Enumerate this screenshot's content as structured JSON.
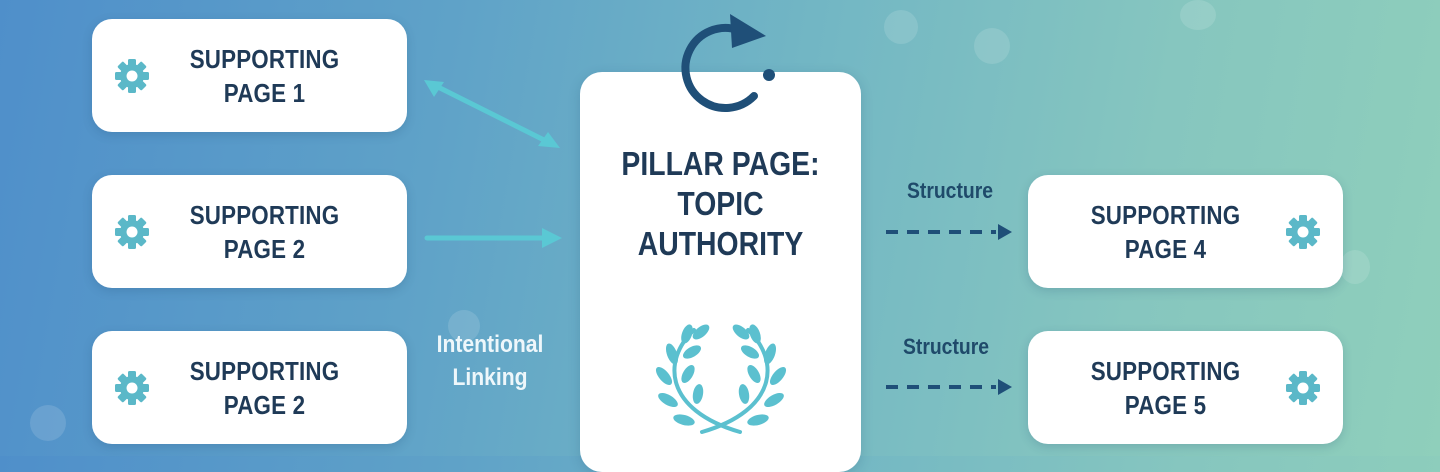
{
  "diagram": {
    "type": "pillar-cluster",
    "colors": {
      "background_start": "#4f8fca",
      "background_end": "#8fcfbb",
      "card": "#ffffff",
      "text": "#1f3a57",
      "accent": "#5bc0cf",
      "dark_arrow": "#1f4f78"
    },
    "pillar": {
      "title_line1": "PILLAR PAGE:",
      "title_line2": "TOPIC",
      "title_line3": "AUTHORITY",
      "top_icon": "refresh-cycle-icon",
      "bottom_icon": "laurel-wreath-icon"
    },
    "left_cards": [
      {
        "line1": "SUPPORTING",
        "line2": "PAGE 1",
        "icon": "gear-icon"
      },
      {
        "line1": "SUPPORTING",
        "line2": "PAGE 2",
        "icon": "gear-icon"
      },
      {
        "line1": "SUPPORTING",
        "line2": "PAGE 2",
        "icon": "gear-icon"
      }
    ],
    "right_cards": [
      {
        "line1": "SUPPORTING",
        "line2": "PAGE 4",
        "icon": "gear-icon"
      },
      {
        "line1": "SUPPORTING",
        "line2": "PAGE 5",
        "icon": "gear-icon"
      }
    ],
    "left_annotation": {
      "line1": "Intentional",
      "line2": "Linking"
    },
    "right_annotations": [
      {
        "label": "Structure"
      },
      {
        "label": "Structure"
      }
    ]
  }
}
